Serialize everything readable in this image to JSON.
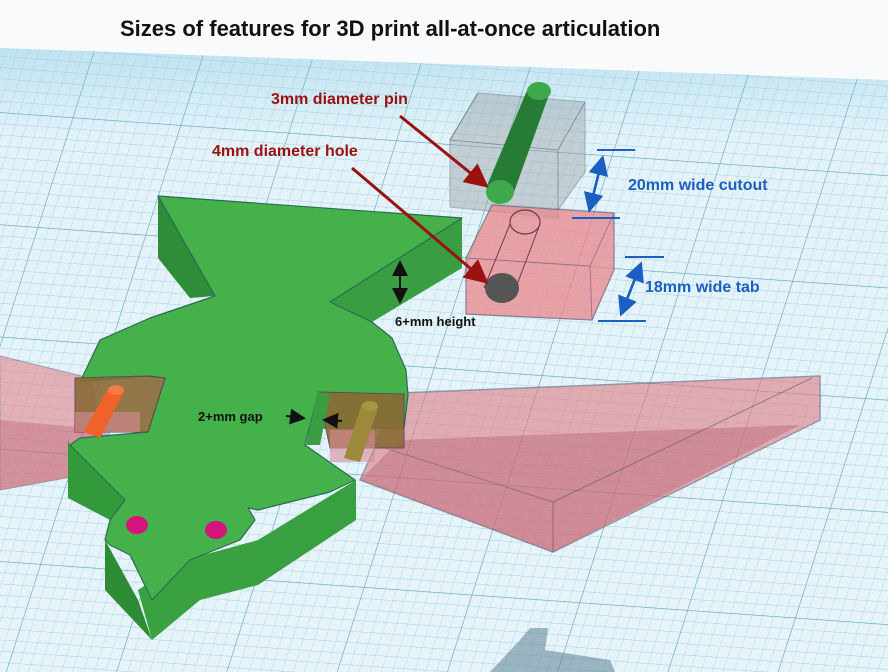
{
  "title": "Sizes of features for 3D print all-at-once articulation",
  "annotations": {
    "pin": {
      "text": "3mm diameter pin",
      "color": "#9b1111"
    },
    "hole": {
      "text": "4mm diameter hole",
      "color": "#9b1111"
    },
    "cutout": {
      "text": "20mm wide cutout",
      "color": "#1c5fc2"
    },
    "tab": {
      "text": "18mm wide tab",
      "color": "#1c5fc2"
    },
    "height": {
      "text": "6+mm height",
      "color": "#111111"
    },
    "gap": {
      "text": "2+mm gap",
      "color": "#111111"
    }
  },
  "colors": {
    "grid_bg": "#dff0f7",
    "grid_line": "#7fbcd2",
    "green_body": "#43b049",
    "green_side": "#2f8f3a",
    "pink_transparent": "#e8868c",
    "orange_pin": "#f0622a",
    "olive_pin": "#9c8a3a",
    "magenta_eye": "#d4147a",
    "gray_box": "#9aa3a8",
    "hole_dark": "#555555"
  },
  "objects": [
    "green-lizard-body",
    "pink-wing-left",
    "pink-wing-right",
    "gray-cutout-box",
    "green-pin",
    "pink-tab-box",
    "orange-pin",
    "olive-pin",
    "eyes"
  ]
}
